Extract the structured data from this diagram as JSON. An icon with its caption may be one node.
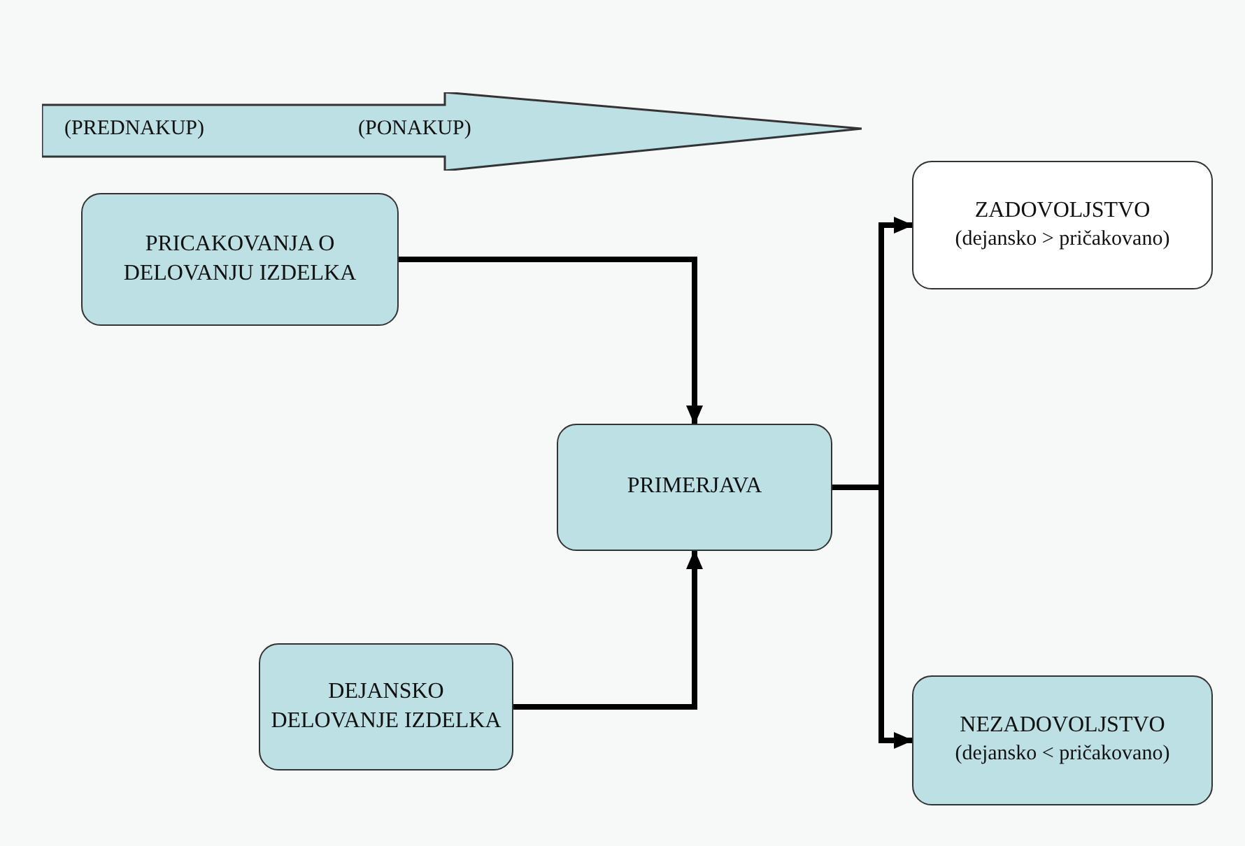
{
  "diagram": {
    "nodes": [
      {
        "text": [
          "(PREDNAKUP)",
          "(PONAKUP)"
        ]
      },
      {
        "text": [
          "PRICAKOVANJA O DELOVANJU IZDELKA"
        ]
      },
      {
        "text": [
          "PRIMERJAVA"
        ]
      },
      {
        "text": [
          "DEJANSKO DELOVANJE IZDELKA"
        ]
      },
      {
        "text": [
          "ZADOVOLJSTVO",
          "(dejansko > pričakovano)"
        ]
      },
      {
        "text": [
          "NEZADOVOLJSTVO",
          "(dejansko < pričakovano)"
        ]
      }
    ],
    "edges": [
      {
        "from": 1,
        "to": 2,
        "arrow": "to"
      },
      {
        "from": 3,
        "to": 2,
        "arrow": "to"
      },
      {
        "from": 2,
        "to": 4,
        "arrow": "to"
      },
      {
        "from": 2,
        "to": 5,
        "arrow": "to"
      }
    ]
  }
}
